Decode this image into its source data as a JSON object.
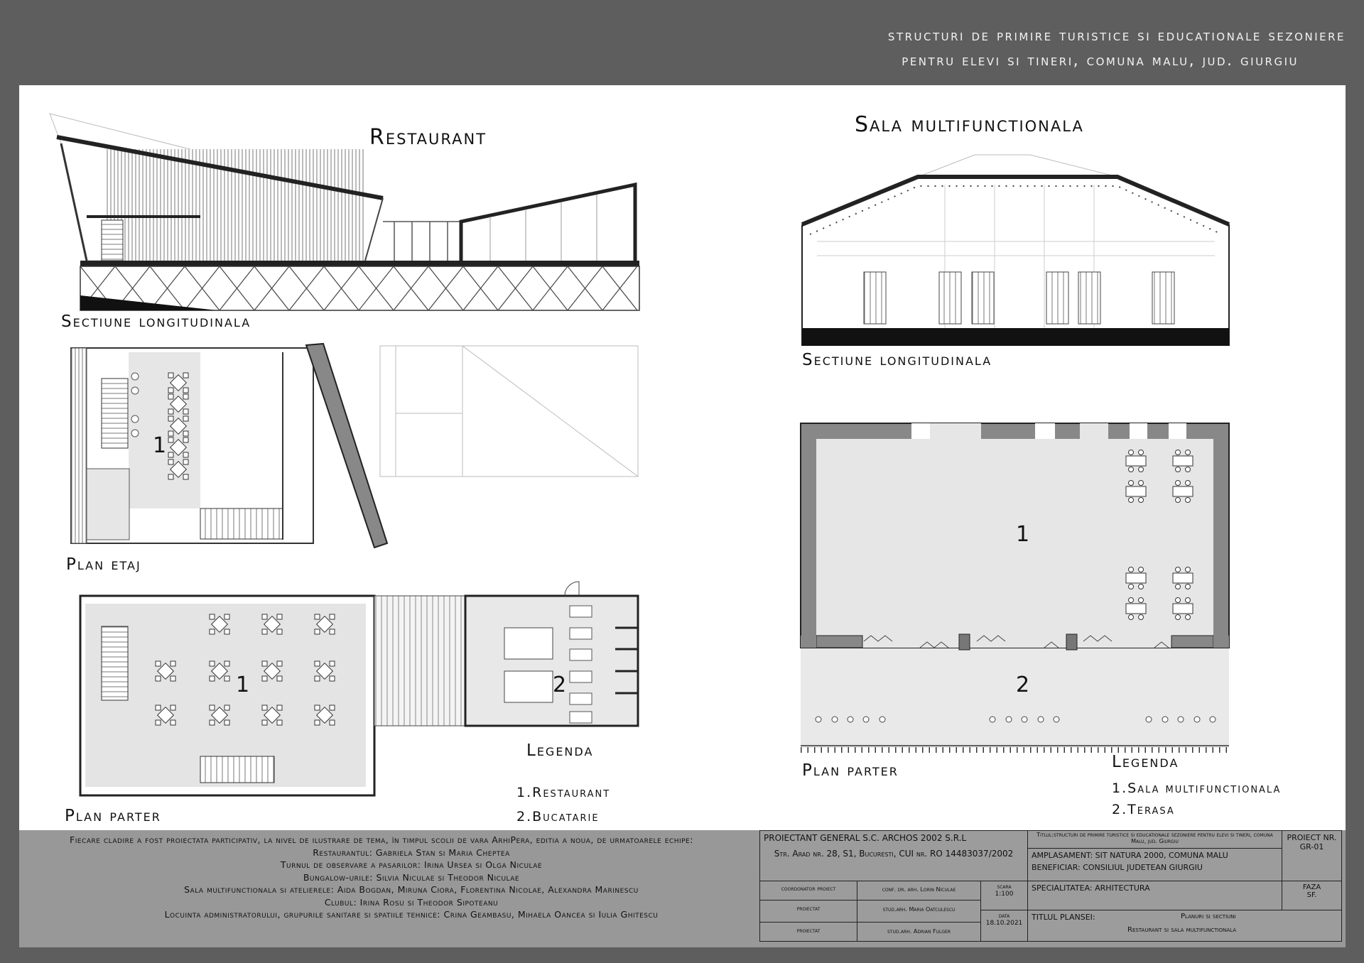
{
  "header": {
    "line1": "Structuri de primire turistice si educationale sezoniere",
    "line2": "pentru elevi si tineri,  comuna Malu, jud. Giurgiu"
  },
  "restaurant": {
    "title": "Restaurant",
    "section_label": "Sectiune longitudinala",
    "upper_plan_label": "Plan etaj",
    "ground_plan_label": "Plan parter",
    "upper_room_number": "1",
    "ground_room_numbers": [
      "1",
      "2"
    ],
    "legend_title": "Legenda",
    "legend_items": [
      "1.Restaurant",
      "2.Bucatarie"
    ]
  },
  "hall": {
    "title": "Sala multifunctionala",
    "section_label": "Sectiune longitudinala",
    "ground_plan_label": "Plan parter",
    "room_numbers": [
      "1",
      "2"
    ],
    "legend_title": "Legenda",
    "legend_items": [
      "1.Sala multifunctionala",
      "2.Terasa"
    ]
  },
  "credits": {
    "intro": "Fiecare cladire a fost proiectata participativ, la nivel de ilustrare de tema, în timpul scolii de vara ArhiPera, editia a noua, de urmatoarele echipe:",
    "teams": [
      "Restaurantul: Gabriela Stan si Maria Cheptea",
      "Turnul de observare a pasarilor: Irina Ursea si Olga Niculae",
      "Bungalow-urile: Silvia Niculae si Theodor Niculae",
      "Sala multifunctionala si atelierele: Aida Bogdan, Miruna Ciora, Florentina Nicolae, Alexandra Marinescu",
      "Clubul: Irina Rosu si Theodor Sipoteanu",
      "Locuinta administratorului, grupurile sanitare si spatiile tehnice: Crina Geambasu, Mihaela Oancea si Iulia Ghitescu"
    ]
  },
  "title_block": {
    "designer": "PROIECTANT GENERAL  S.C. ARCHOS 2002 S.R.L",
    "address": "Str. Arad nr. 28, S1, Bucuresti, CUI nr. RO 14483037/2002",
    "title": "Titlul:structuri de primire turistice si educationale sezoniere pentru elevi si tineri,  comuna Malu, jud. Giurgiu",
    "project_no_label": "PROIECT NR.",
    "project_no": "GR-01",
    "site": "AMPLASAMENT:  SIT NATURA 2000, COMUNA MALU",
    "client": "BENEFICIAR:     CONSILIUL JUDETEAN GIURGIU",
    "coordinator_label": "coordonator proiect",
    "coordinator": "conf. dr. arh. Lorin Niculae",
    "designed_label_1": "proiectat",
    "designer_1": "stud.arh. Maria Oatculescu",
    "designed_label_2": "proiectat",
    "designer_2": "stud.arh. Adrian Fulger",
    "scale_label": "scara",
    "scale": "1:100",
    "date_label": "data",
    "date": "18.10.2021",
    "specialty": "SPECIALITATEA: ARHITECTURA",
    "phase_label": "FAZA",
    "phase": "SF.",
    "sheet_title_label": "TITLUL PLANSEI:",
    "sheet_title_1": "Planuri si sectiuni",
    "sheet_title_2": "Restaurant si sala multifunctionala"
  }
}
